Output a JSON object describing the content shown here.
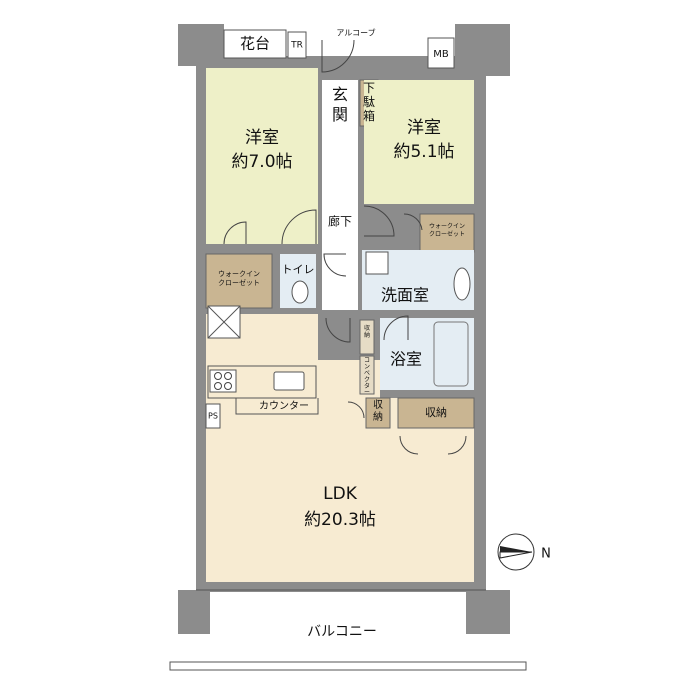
{
  "rooms": {
    "western_room_1": {
      "name": "洋室",
      "size": "約7.0帖"
    },
    "western_room_2": {
      "name": "洋室",
      "size": "約5.1帖"
    },
    "ldk": {
      "name": "LDK",
      "size": "約20.3帖"
    }
  },
  "labels": {
    "flower_bed": "花台",
    "trunk_room": "TR",
    "alcove": "アルコーブ",
    "meter_box": "MB",
    "entrance": "玄関",
    "shoe_box": "下駄箱",
    "hallway": "廊下",
    "walk_in_closet": "ウォークイン\nクローゼット",
    "toilet": "トイレ",
    "washroom": "洗面室",
    "bathroom": "浴室",
    "counter": "カウンター",
    "storage_1": "収納",
    "storage_2": "収納",
    "pipe_space": "PS",
    "small_storage": "収納",
    "convector": "コンベクター",
    "balcony": "バルコニー",
    "north": "N"
  },
  "colors": {
    "wall": "#8c8c8c",
    "western_floor": "#eef0c8",
    "ldk_floor": "#f7ebd2",
    "wet_area": "#e4edf3",
    "closet": "#c9b592",
    "closet_light": "#e6dcc6"
  }
}
